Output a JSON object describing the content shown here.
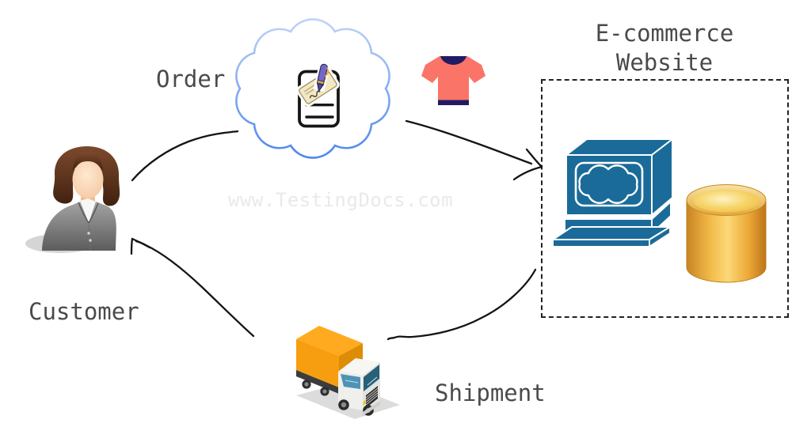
{
  "diagram": {
    "type": "ecommerce-order-flow",
    "watermark": "www.TestingDocs.com",
    "labels": {
      "customer": "Customer",
      "order": "Order",
      "shipment": "Shipment",
      "website_line1": "E-commerce",
      "website_line2": "Website"
    },
    "nodes": [
      {
        "id": "customer",
        "label": "Customer",
        "icon": "woman-avatar-icon"
      },
      {
        "id": "order",
        "label": "Order",
        "icon": "order-note-in-cloud-icon"
      },
      {
        "id": "product",
        "label": "",
        "icon": "tshirt-icon"
      },
      {
        "id": "website",
        "label": "E-commerce Website",
        "icon": "computer-icon, database-icon",
        "container": "dashed-box"
      },
      {
        "id": "shipment",
        "label": "Shipment",
        "icon": "delivery-truck-icon"
      }
    ],
    "edges": [
      {
        "from": "customer",
        "to": "order",
        "arrowhead": false,
        "style": "hand-drawn"
      },
      {
        "from": "order",
        "to": "website",
        "arrowhead": true,
        "style": "hand-drawn"
      },
      {
        "from": "website",
        "to": "shipment",
        "arrowhead": false,
        "style": "hand-drawn"
      },
      {
        "from": "shipment",
        "to": "customer",
        "arrowhead": true,
        "style": "hand-drawn"
      }
    ],
    "colors": {
      "label_text": "#4a4a4a",
      "watermark_text": "#e9e9e9",
      "arrow": "#141414",
      "dashed_box_border": "#222222",
      "cloud_outline": "#4c86ee",
      "computer_blue": "#1a6b99",
      "database_gold": "#f2bb49",
      "tshirt_coral": "#fb7468",
      "tshirt_navy": "#221b63",
      "truck_cargo_orange": "#f79e10",
      "avatar_suit_gray": "#8a8a8a",
      "avatar_hair_brown": "#5c3a22",
      "note_paper_cream": "#f3e8c4",
      "pen_purple": "#7466c9"
    }
  }
}
